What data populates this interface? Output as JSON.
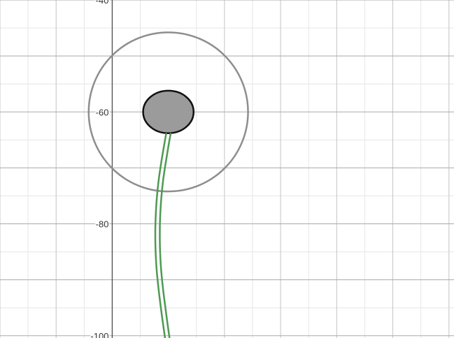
{
  "chart_data": {
    "type": "line",
    "title": "",
    "xlabel": "",
    "ylabel": "",
    "xlim": [
      -30,
      50.9
    ],
    "ylim": [
      -100.4,
      -40
    ],
    "grid": true,
    "x_major_step": 10,
    "y_major_step": 10,
    "minor_divisions": 2,
    "y_ticks": [
      {
        "value": -40,
        "label": "-40"
      },
      {
        "value": -60,
        "label": "-60"
      },
      {
        "value": -80,
        "label": "-80"
      },
      {
        "value": -100,
        "label": "-100"
      }
    ],
    "shapes": [
      {
        "name": "outer-circle",
        "kind": "circle",
        "center": [
          0,
          -60
        ],
        "radius": 14.2,
        "stroke": "#8e8e8e",
        "fill": "none"
      },
      {
        "name": "inner-ellipse",
        "kind": "ellipse",
        "center": [
          0,
          -60
        ],
        "rx": 4.5,
        "ry": 3.8,
        "stroke": "#111111",
        "fill": "#9b9b9b"
      }
    ],
    "series": [
      {
        "color": "#4e9a52",
        "points": [
          [
            -0.4,
            -63.9
          ],
          [
            -1.1,
            -68
          ],
          [
            -1.7,
            -72
          ],
          [
            -2.1,
            -76
          ],
          [
            -2.3,
            -80
          ],
          [
            -2.3,
            -84
          ],
          [
            -2.1,
            -88
          ],
          [
            -1.7,
            -92
          ],
          [
            -1.2,
            -96
          ],
          [
            -0.6,
            -100.4
          ]
        ]
      },
      {
        "color": "#4e9a52",
        "points": [
          [
            0.4,
            -63.9
          ],
          [
            -0.3,
            -68
          ],
          [
            -0.9,
            -72
          ],
          [
            -1.3,
            -76
          ],
          [
            -1.5,
            -80
          ],
          [
            -1.5,
            -84
          ],
          [
            -1.3,
            -88
          ],
          [
            -0.9,
            -92
          ],
          [
            -0.4,
            -96
          ],
          [
            0.2,
            -100.4
          ]
        ]
      }
    ]
  }
}
